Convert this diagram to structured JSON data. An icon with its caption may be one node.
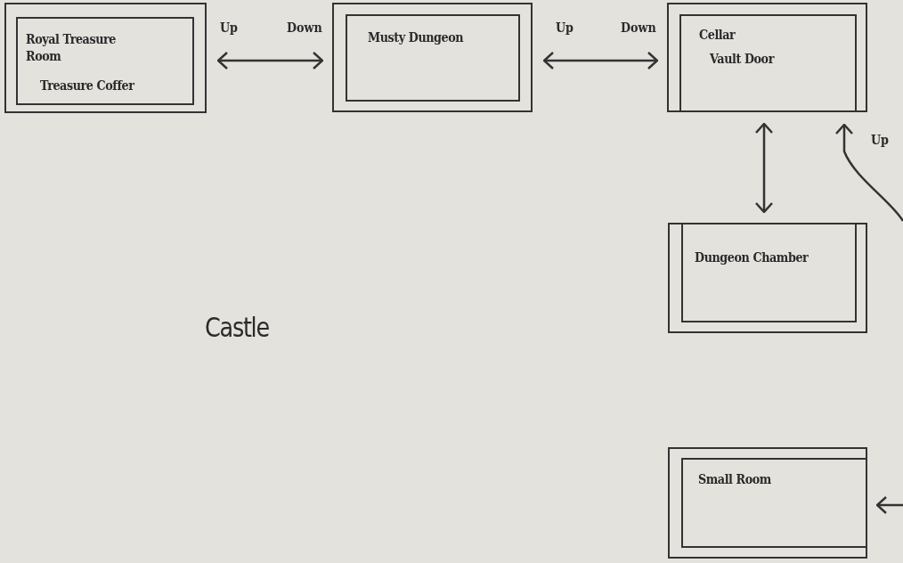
{
  "diagram": {
    "nodes": [
      {
        "text": [
          "Royal Treasure Room",
          "Treasure Coffer"
        ]
      },
      {
        "text": [
          "Musty Dungeon"
        ]
      },
      {
        "text": [
          "Cellar",
          "Vault Door"
        ]
      },
      {
        "text": [
          "Dungeon Chamber"
        ]
      },
      {
        "text": [
          "Small Room"
        ]
      }
    ],
    "edges": [
      {
        "from": 0,
        "to": 1,
        "arrow": "both"
      },
      {
        "from": 1,
        "to": 2,
        "arrow": "both"
      },
      {
        "from": 2,
        "to": 3,
        "arrow": "both"
      },
      {
        "from": null,
        "to": 2,
        "arrow": "to",
        "label": "Up"
      },
      {
        "from": null,
        "to": 4,
        "arrow": "to"
      }
    ],
    "labels": [
      "Up",
      "Down",
      "Up",
      "Down",
      "Castle"
    ]
  }
}
